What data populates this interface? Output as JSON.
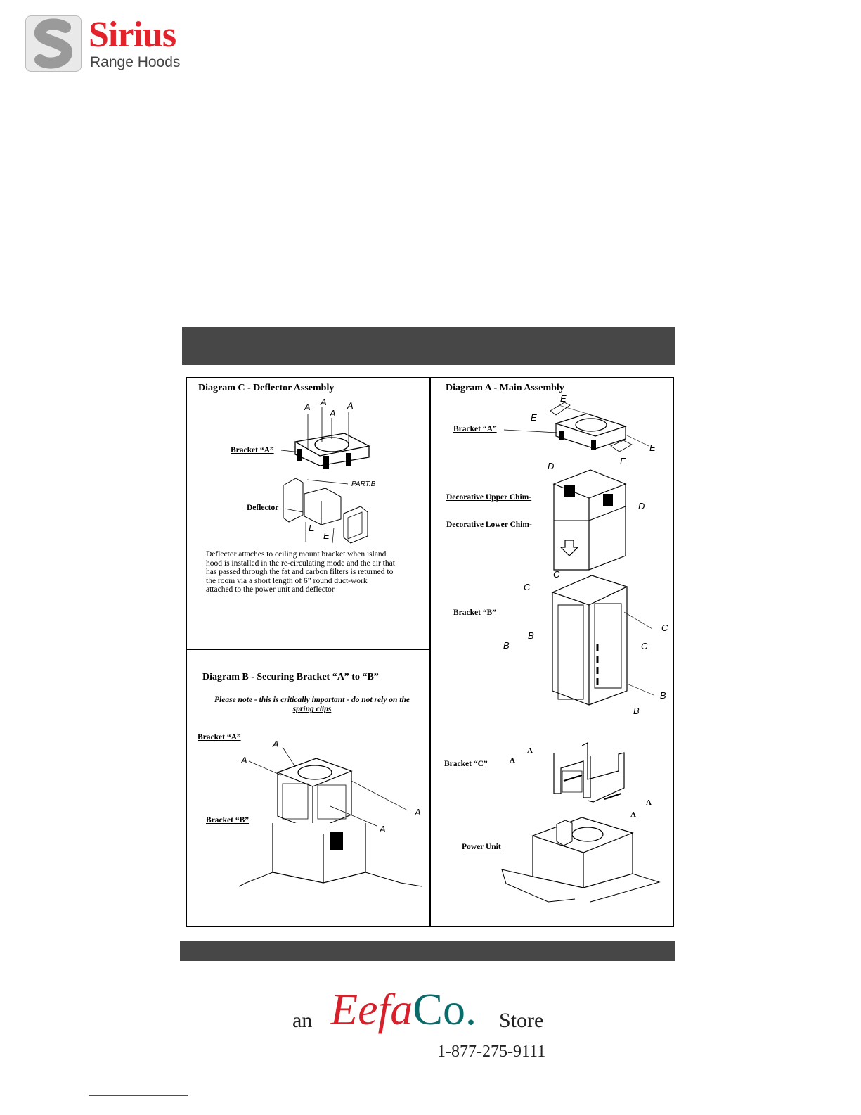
{
  "logo": {
    "brand": "Sirius",
    "subtitle": "Range Hoods",
    "brand_color": "#e3232b"
  },
  "diagram_c": {
    "title": "Diagram C - Deflector Assembly",
    "bracket_a": "Bracket “A”",
    "deflector": "Deflector",
    "part_b": "PART.B",
    "letter_a": "A",
    "letter_e": "E",
    "description": "Deflector attaches to ceiling mount bracket when island hood is installed in the re-circulating mode and the air that has passed through the fat and carbon filters is returned to the room via a short length of 6” round duct-work attached to the power unit and deflector"
  },
  "diagram_b": {
    "title": "Diagram B - Securing Bracket “A” to “B”",
    "warning": "Please note - this is critically important - do not rely on the spring clips",
    "bracket_a": "Bracket “A”",
    "bracket_b": "Bracket “B”",
    "letter_a": "A"
  },
  "diagram_a": {
    "title": "Diagram A - Main Assembly",
    "bracket_a": "Bracket “A”",
    "upper_chimney": "Decorative Upper Chim-",
    "lower_chimney": "Decorative Lower Chim-",
    "bracket_b": "Bracket “B”",
    "bracket_c": "Bracket “C”",
    "power_unit": "Power Unit",
    "letter_a": "A",
    "letter_b": "B",
    "letter_c": "C",
    "letter_d": "D",
    "letter_e": "E"
  },
  "store": {
    "prefix": "an",
    "name": "Eefa",
    "name_suffix": "Co.",
    "suffix": "Store",
    "phone": "1-877-275-9111"
  }
}
